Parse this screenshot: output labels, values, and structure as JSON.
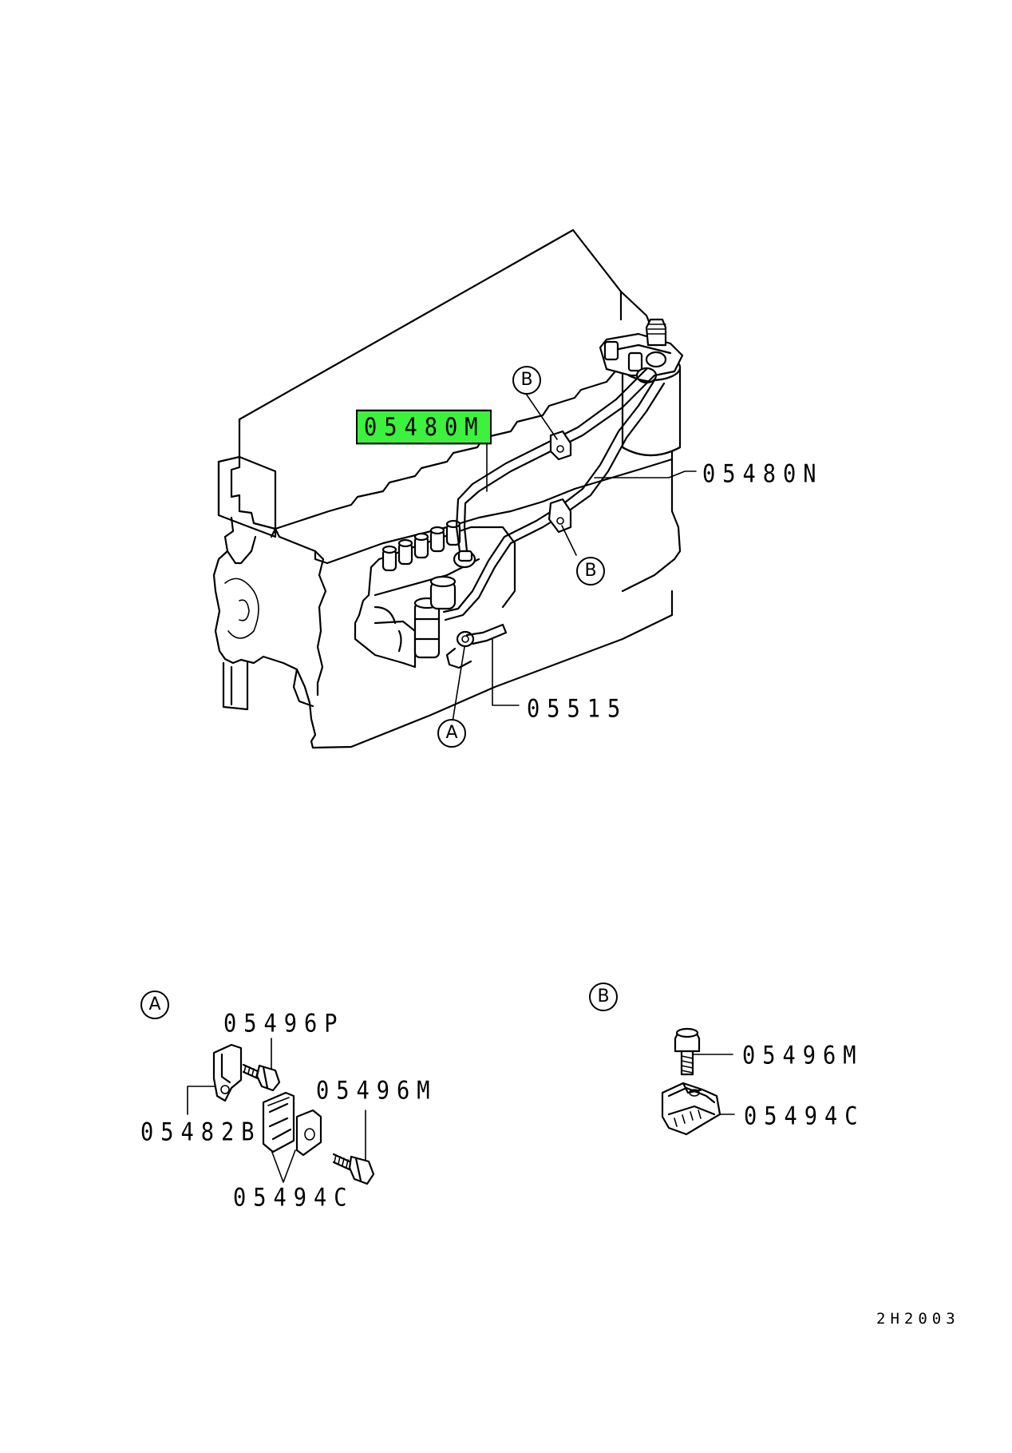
{
  "highlight_color": "#3cf23c",
  "parts": {
    "p05480M": "05480M",
    "p05480N": "05480N",
    "p05515": "05515",
    "p05496P": "05496P",
    "p05482B": "05482B",
    "p05496M_a": "05496M",
    "p05494C_a": "05494C",
    "p05496M_b": "05496M",
    "p05494C_b": "05494C"
  },
  "callouts": {
    "b_upper": "B",
    "b_lower": "B",
    "a_main": "A",
    "detail_a": "A",
    "detail_b": "B"
  },
  "drawing_number": "2H2003"
}
